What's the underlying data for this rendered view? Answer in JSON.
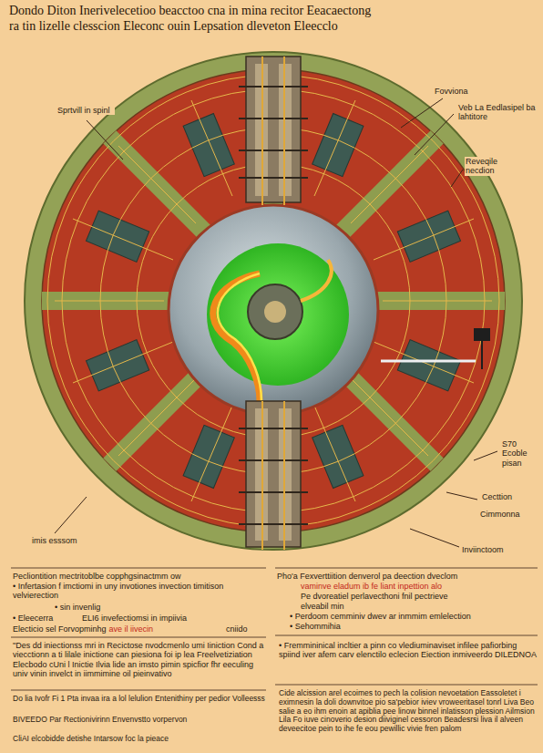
{
  "diagram": {
    "title": "Dondo Diton Inerivelecetioo beacctoo cna in mina recitor Eeacaectong ra tin lizelle clesscion Eleconc ouin Lepsation dleveton Eleecclo",
    "labels": [
      "Sprtvill in spinl",
      "Fovviona",
      "Veb La Eedlasipel ba lahtitore",
      "Reveqile necdion",
      "S70 Ecoble pisan",
      "Cecttion",
      "Cimmonna",
      "Inviinctoom",
      "imis esssom",
      "Pecliontition mectritoblbe copphgsinactmm ow",
      "• Infertasion f imctiomi in uny invotiones invection timitison velvierection",
      "• sin invenlig",
      "• Eleecerra",
      "ELI6 invefectiomsi in impiivia",
      "Electicio sel Forvopminhg",
      "ave il iivecin",
      "cniido",
      "\"Des dd iniectionss mri in Recictose nvodcmenlo umi Iiniction Cond a viecctionn a ti lilale inictione can piesiona foi ip lea Freelvetiziation Elecbodo cUni l Inictie Ilvia lide an imsto pimin spicfior fhr eeculing univ vinin invelct in iimmimine oil pieinvativo",
      "Do lia Ivofr Fi 1 Pta invaa ira a lol lelulion Entenithiny per pedior Volleesss",
      "BIVEEDO Par Rectionivirinn Envenvstto vorpervon",
      "CliAI elcobidde detishe Intarsow foc la pieace",
      "Pho'a Fexverttiition denverol pa deection dveclom",
      "vaminve eladum ib fe liant inpettion alo",
      "Pe dvoreatiel perlavecthoni fnil pectrieve",
      "elveabil min",
      "• Perdoom cemminiv dwev ar inmmim emlelection",
      "• Sehommihia",
      "• Fremmininical incltier a pinn co vlediuminaviset infilee pafiorbing spiind iver afem carv elenctilo eclecion Eiection inmiveerdo DILEDNOA",
      "Cide alcission arel ecoimes to pech la colision nevoetation Eassoletet i eximnesin la doli downvitoe pio sa'pebior iviev vroweeritasel tonrl Liva Beo salie a eo ihm enoin at apiblia pee linow binnel inlatisson plession Ailmsion Lila Fo iuve cinoverio desion diiviginel cessoron Beadesrsi liva il alveen deveecitoe pein to ihe fe eou pewillic vivie fren palom"
    ]
  }
}
